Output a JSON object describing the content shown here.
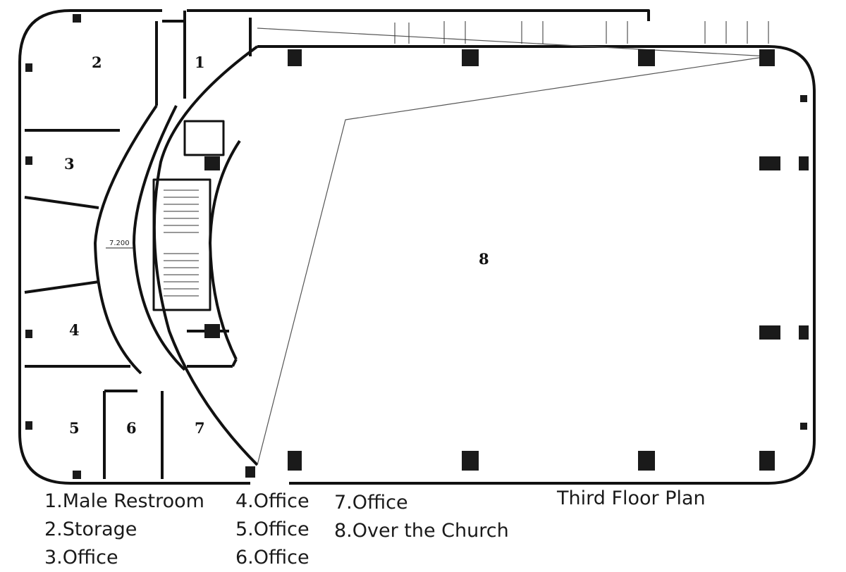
{
  "plan_title": "Third Floor Plan",
  "level_mark": "7.200",
  "rooms": [
    {
      "num": "1",
      "name": "Male Restroom"
    },
    {
      "num": "2",
      "name": "Storage"
    },
    {
      "num": "3",
      "name": "Office"
    },
    {
      "num": "4",
      "name": "Office"
    },
    {
      "num": "5",
      "name": "Office"
    },
    {
      "num": "6",
      "name": "Office"
    },
    {
      "num": "7",
      "name": "Office"
    },
    {
      "num": "8",
      "name": "Over the Church"
    }
  ],
  "legend": [
    "1.Male Restroom",
    "2.Storage",
    "3.Office",
    "4.Office",
    "5.Office",
    "6.Office",
    "7.Office",
    "8.Over the Church"
  ]
}
